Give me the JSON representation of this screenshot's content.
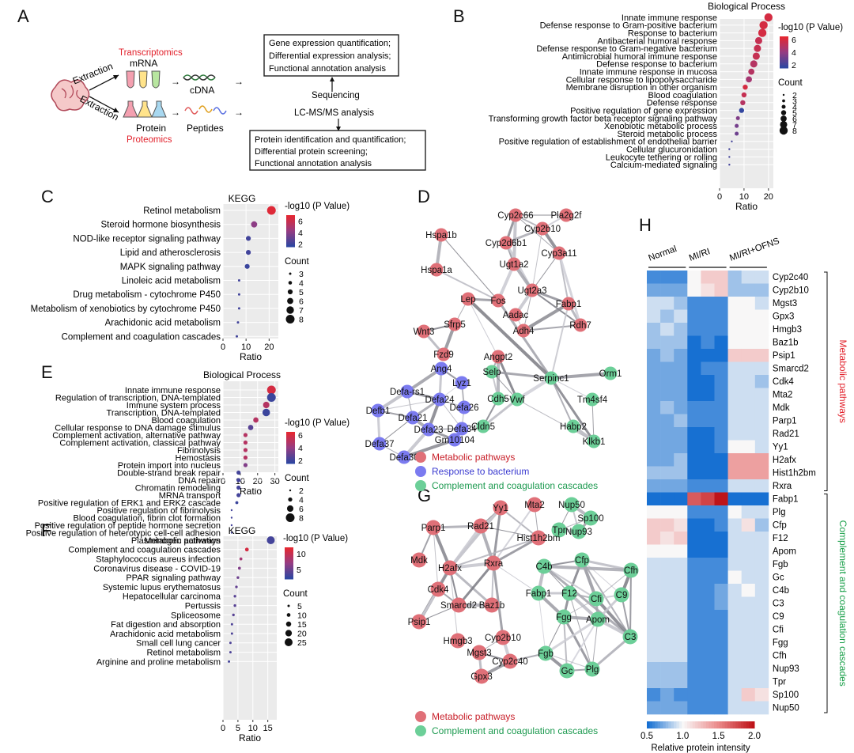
{
  "panels": {
    "A": "A",
    "B": "B",
    "C": "C",
    "D": "D",
    "E": "E",
    "F": "F",
    "G": "G",
    "H": "H"
  },
  "panelA": {
    "extraction1": "Extraction",
    "extraction2": "Extraction",
    "transcriptomics": "Transcriptomics",
    "mrna": "mRNA",
    "cdna": "cDNA",
    "protein": "Protein",
    "proteomics": "Proteomics",
    "peptides": "Peptides",
    "box1": [
      "Gene expression quantification;",
      "Differential expression analysis;",
      "Functional annotation analysis"
    ],
    "sequencing": "Sequencing",
    "lcms": "LC-MS/MS analysis",
    "box2": [
      "Protein identification and quantification;",
      "Differential protein screening;",
      "Functional annotation analysis"
    ],
    "colors": {
      "red": "#e2202a",
      "box": "#222222"
    }
  },
  "legendD": [
    {
      "label": "Metabolic pathways",
      "color": "#e07078"
    },
    {
      "label": "Response to bacterium",
      "color": "#7b7bf0"
    },
    {
      "label": "Complement and coagulation cascades",
      "color": "#6ccf98"
    }
  ],
  "legendG": [
    {
      "label": "Metabolic pathways",
      "color": "#e07078"
    },
    {
      "label": "Complement and coagulation cascades",
      "color": "#6ccf98"
    }
  ],
  "chart_data": [
    {
      "id": "B",
      "type": "scatter",
      "title": "Biological Process",
      "xlabel": "Ratio",
      "xticks": [
        0,
        10,
        20
      ],
      "xlim": [
        0,
        22
      ],
      "color_title": "-log10 (P Value)",
      "color_ticks": [
        2,
        4,
        6
      ],
      "color_range": [
        1.5,
        6.5
      ],
      "size_title": "Count",
      "size_ticks": [
        2,
        3,
        4,
        5,
        6,
        7,
        8
      ],
      "terms": [
        "Innate immune response",
        "Defense response to Gram-positive bacterium",
        "Response to bacterium",
        "Antibacterial humoral response",
        "Defense response to Gram-negative bacterium",
        "Antimicrobial humoral immune response",
        "Defense response to bacterium",
        "Innate immune response in mucosa",
        "Cellular response to lipopolysaccharide",
        "Membrane disruption in other organism",
        "Blood coagulation",
        "Defense response",
        "Positive regulation of gene expression",
        "Transforming growth factor beta receptor signaling pathway",
        "Xenobiotic metabolic process",
        "Steroid metabolic process",
        "Positive regulation of establishment of endothelial barrier",
        "Cellular glucuronidation",
        "Leukocyte tethering or rolling",
        "Calcium-mediated signaling"
      ],
      "ratio": [
        20,
        18,
        17.5,
        16,
        15.5,
        15,
        14,
        13,
        12,
        10.5,
        10,
        9.5,
        9,
        7.5,
        7,
        7,
        5,
        4,
        4,
        4
      ],
      "pval": [
        6,
        6,
        6,
        5.5,
        5.5,
        5.5,
        5,
        5,
        4.5,
        6,
        5.5,
        5,
        1.6,
        3.5,
        3.2,
        3,
        2,
        2,
        2,
        2
      ],
      "count": [
        8,
        8,
        8,
        7,
        7,
        7,
        7,
        6,
        6,
        5,
        5,
        5,
        5,
        4,
        4,
        4,
        2,
        2,
        2,
        2
      ]
    },
    {
      "id": "C",
      "type": "scatter",
      "title": "KEGG",
      "xlabel": "Ratio",
      "xticks": [
        0,
        10,
        20
      ],
      "xlim": [
        0,
        24
      ],
      "color_title": "-log10 (P Value)",
      "color_ticks": [
        2,
        4,
        6
      ],
      "color_range": [
        1.5,
        7
      ],
      "size_title": "Count",
      "size_ticks": [
        3,
        4,
        5,
        6,
        7,
        8
      ],
      "terms": [
        "Retinol metabolism",
        "Steroid hormone biosynthesis",
        "NOD-like receptor signaling pathway",
        "Lipid and atherosclerosis",
        "MAPK signaling pathway",
        "Linoleic acid metabolism",
        "Drug metabolism - cytochrome P450",
        "Metabolism of xenobiotics by cytochrome P450",
        "Arachidonic acid metabolism",
        "Complement and coagulation cascades"
      ],
      "ratio": [
        21,
        13.5,
        11,
        11,
        10.5,
        7,
        7,
        7,
        6.5,
        6
      ],
      "pval": [
        6.8,
        4,
        2,
        2,
        1.8,
        2,
        2,
        2,
        2,
        2
      ],
      "count": [
        8,
        6,
        5,
        5,
        5,
        3,
        3,
        3,
        3,
        3
      ]
    },
    {
      "id": "E",
      "type": "scatter",
      "title": "Biological Process",
      "xlabel": "Ratio",
      "xticks": [
        0,
        10,
        20,
        30
      ],
      "xlim": [
        0,
        32
      ],
      "color_title": "-log10 (P Value)",
      "color_ticks": [
        2,
        4,
        6
      ],
      "color_range": [
        1.5,
        6.5
      ],
      "size_title": "Count",
      "size_ticks": [
        2,
        4,
        6,
        8
      ],
      "terms": [
        "Innate immune response",
        "Regulation of transcription, DNA-templated",
        "Immune system process",
        "Transcription, DNA-templated",
        "Blood coagulation",
        "Cellular response to DNA damage stimulus",
        "Complement activation, alternative pathway",
        "Complement activation, classical pathway",
        "Fibrinolysis",
        "Hemostasis",
        "Protein import into nucleus",
        "Double-strand break repair",
        "DNA repair",
        "Chromatin remodeling",
        "MRNA transport",
        "Positive regulation of ERK1 and ERK2 cascade",
        "Positive regulation of fibrinolysis",
        "Blood coagulation, fibrin clot formation",
        "Positive regulation of peptide hormone secretion",
        "Positive regulation of heterotypic cell-cell adhesion",
        "Plasminogen activation"
      ],
      "ratio": [
        28,
        28,
        25,
        25,
        19,
        16,
        13,
        13,
        13,
        13,
        13,
        9,
        9,
        9,
        9,
        8,
        5,
        5,
        5,
        5,
        5
      ],
      "pval": [
        6,
        1.8,
        5,
        1.8,
        5,
        2.5,
        5,
        5,
        5,
        5,
        3.5,
        2,
        2,
        2,
        2,
        1.8,
        2,
        2,
        2,
        2,
        2
      ],
      "count": [
        8,
        8,
        6,
        7,
        5,
        5,
        4,
        4,
        4,
        4,
        4,
        4,
        4,
        4,
        4,
        3,
        2,
        2,
        2,
        2,
        2
      ]
    },
    {
      "id": "F",
      "type": "scatter",
      "title": "KEGG",
      "xlabel": "Ratio",
      "xticks": [
        0,
        5,
        10,
        15
      ],
      "xlim": [
        0,
        18
      ],
      "color_title": "-log10 (P Value)",
      "color_ticks": [
        5,
        10
      ],
      "color_range": [
        2,
        12
      ],
      "size_title": "Count",
      "size_ticks": [
        5,
        10,
        15,
        20,
        25
      ],
      "terms": [
        "Metabolic pathways",
        "Complement and coagulation cascades",
        "Staphylococcus aureus infection",
        "Coronavirus disease - COVID-19",
        "PPAR signaling pathway",
        "Systemic lupus erythematosus",
        "Hepatocellular carcinoma",
        "Pertussis",
        "Spliceosome",
        "Fat digestion and absorption",
        "Arachidonic acid metabolism",
        "Small cell lung cancer",
        "Retinol metabolism",
        "Arginine and proline metabolism"
      ],
      "ratio": [
        16,
        8,
        6,
        5.5,
        5,
        4.5,
        4,
        4,
        3.5,
        3,
        3,
        2.5,
        2.5,
        2
      ],
      "pval": [
        3,
        11,
        8,
        6,
        5,
        4.5,
        4,
        4,
        4,
        3.5,
        3.5,
        3.5,
        3.5,
        3
      ],
      "count": [
        25,
        10,
        7,
        7,
        6,
        6,
        6,
        6,
        6,
        5,
        5,
        5,
        5,
        5
      ]
    },
    {
      "id": "H",
      "type": "heatmap",
      "groups": [
        "Normal",
        "MI/RI",
        "MI/RI+OFNS"
      ],
      "rows": [
        "Cyp2c40",
        "Cyp2b10",
        "Mgst3",
        "Gpx3",
        "Hmgb3",
        "Baz1b",
        "Psip1",
        "Smarcd2",
        "Cdk4",
        "Mta2",
        "Mdk",
        "Parp1",
        "Rad21",
        "Yy1",
        "H2afx",
        "Hist1h2bm",
        "Rxra",
        "Fabp1",
        "Plg",
        "Cfp",
        "F12",
        "Apom",
        "Fgb",
        "Gc",
        "C4b",
        "C3",
        "C9",
        "Cfi",
        "Fgg",
        "Cfh",
        "Nup93",
        "Tpr",
        "Sp100",
        "Nup50"
      ],
      "values": [
        [
          0.6,
          0.6,
          0.6,
          1.0,
          1.2,
          1.2,
          0.8,
          0.9,
          0.9
        ],
        [
          0.7,
          0.7,
          0.7,
          1.0,
          1.1,
          1.2,
          0.8,
          0.8,
          0.8
        ],
        [
          0.9,
          0.9,
          0.8,
          0.6,
          0.6,
          0.6,
          1.0,
          1.0,
          0.9
        ],
        [
          0.9,
          0.8,
          0.9,
          0.6,
          0.6,
          0.6,
          1.0,
          1.0,
          1.0
        ],
        [
          0.8,
          0.9,
          0.8,
          0.6,
          0.6,
          0.6,
          1.0,
          1.0,
          1.0
        ],
        [
          0.8,
          0.8,
          0.8,
          0.5,
          0.6,
          0.5,
          1.0,
          1.0,
          1.0
        ],
        [
          0.7,
          0.8,
          0.7,
          0.5,
          0.5,
          0.5,
          1.2,
          1.2,
          1.2
        ],
        [
          0.7,
          0.7,
          0.7,
          0.5,
          0.6,
          0.6,
          0.9,
          0.9,
          0.9
        ],
        [
          0.7,
          0.7,
          0.7,
          0.5,
          0.5,
          0.6,
          0.9,
          0.9,
          0.8
        ],
        [
          0.7,
          0.7,
          0.7,
          0.5,
          0.5,
          0.6,
          0.9,
          0.9,
          0.9
        ],
        [
          0.7,
          0.8,
          0.7,
          0.6,
          0.6,
          0.6,
          0.9,
          0.9,
          0.9
        ],
        [
          0.7,
          0.7,
          0.8,
          0.6,
          0.6,
          0.6,
          0.9,
          0.9,
          0.9
        ],
        [
          0.7,
          0.7,
          0.7,
          0.5,
          0.5,
          0.6,
          0.9,
          0.9,
          0.9
        ],
        [
          0.7,
          0.7,
          0.7,
          0.5,
          0.5,
          0.6,
          1.0,
          1.0,
          0.9
        ],
        [
          0.7,
          0.7,
          0.8,
          0.4,
          0.4,
          0.5,
          1.4,
          1.4,
          1.4
        ],
        [
          0.8,
          0.8,
          0.8,
          0.4,
          0.4,
          0.4,
          1.4,
          1.4,
          1.4
        ],
        [
          0.7,
          0.7,
          0.7,
          0.6,
          0.6,
          0.6,
          0.9,
          0.9,
          0.9
        ],
        [
          0.5,
          0.5,
          0.5,
          1.7,
          1.8,
          2.0,
          0.5,
          0.5,
          0.5
        ],
        [
          1.0,
          1.0,
          1.0,
          0.6,
          0.6,
          0.6,
          1.0,
          0.9,
          0.9
        ],
        [
          1.2,
          1.2,
          1.1,
          0.5,
          0.5,
          0.6,
          0.9,
          1.1,
          0.8
        ],
        [
          1.2,
          1.1,
          1.2,
          0.5,
          0.5,
          0.5,
          0.9,
          0.9,
          0.9
        ],
        [
          1.0,
          1.0,
          1.0,
          0.5,
          0.5,
          0.5,
          0.9,
          0.9,
          0.9
        ],
        [
          0.9,
          0.9,
          0.9,
          0.6,
          0.6,
          0.6,
          0.9,
          0.9,
          0.9
        ],
        [
          0.9,
          0.9,
          0.9,
          0.6,
          0.6,
          0.6,
          1.0,
          0.9,
          0.9
        ],
        [
          0.9,
          0.9,
          0.9,
          0.6,
          0.6,
          0.7,
          0.9,
          1.0,
          0.9
        ],
        [
          0.9,
          0.9,
          0.9,
          0.6,
          0.6,
          0.7,
          0.9,
          0.9,
          0.9
        ],
        [
          0.9,
          0.9,
          0.9,
          0.6,
          0.6,
          0.6,
          0.9,
          0.9,
          0.9
        ],
        [
          0.9,
          0.9,
          0.9,
          0.6,
          0.6,
          0.6,
          0.9,
          0.9,
          0.9
        ],
        [
          0.9,
          0.9,
          0.9,
          0.6,
          0.6,
          0.6,
          0.9,
          0.9,
          0.9
        ],
        [
          0.9,
          0.9,
          0.9,
          0.6,
          0.6,
          0.6,
          0.9,
          0.9,
          0.9
        ],
        [
          0.8,
          0.8,
          0.8,
          0.6,
          0.6,
          0.6,
          0.9,
          0.9,
          0.9
        ],
        [
          0.8,
          0.8,
          0.8,
          0.6,
          0.6,
          0.6,
          0.9,
          0.9,
          0.9
        ],
        [
          0.6,
          0.7,
          0.6,
          0.6,
          0.6,
          0.6,
          0.9,
          1.2,
          1.1
        ],
        [
          0.7,
          0.7,
          0.7,
          0.6,
          0.6,
          0.6,
          0.9,
          0.9,
          0.9
        ]
      ],
      "row_groups": [
        {
          "label": "Metabolic pathways",
          "from": 0,
          "to": 16,
          "color": "#e2202a"
        },
        {
          "label": "Complement and coagulation cascades",
          "from": 17,
          "to": 33,
          "color": "#1aa04a"
        }
      ],
      "colorbar_ticks": [
        0.5,
        1.0,
        1.5,
        2.0
      ],
      "colorbar_title": "Relative protein intensity",
      "color_range": [
        0.5,
        2.0
      ]
    }
  ],
  "networkD": {
    "nodes": [
      {
        "id": "Cyp2c66",
        "c": "m"
      },
      {
        "id": "Pla2g2f",
        "c": "m"
      },
      {
        "id": "Cyp2b10",
        "c": "m"
      },
      {
        "id": "Cyp2d6b1",
        "c": "m"
      },
      {
        "id": "Hspa1b",
        "c": "m"
      },
      {
        "id": "Ugt1a2",
        "c": "m"
      },
      {
        "id": "Cyp3a11",
        "c": "m"
      },
      {
        "id": "Hspa1a",
        "c": "m"
      },
      {
        "id": "Fos",
        "c": "m"
      },
      {
        "id": "Ugt2a3",
        "c": "m"
      },
      {
        "id": "Lep",
        "c": "m"
      },
      {
        "id": "Sfrp5",
        "c": "m"
      },
      {
        "id": "Wnt3",
        "c": "m"
      },
      {
        "id": "Fabp1",
        "c": "m"
      },
      {
        "id": "Aadac",
        "c": "m"
      },
      {
        "id": "Rdh7",
        "c": "m"
      },
      {
        "id": "Adh4",
        "c": "m"
      },
      {
        "id": "Fzd9",
        "c": "m"
      },
      {
        "id": "Angpt2",
        "c": "m"
      },
      {
        "id": "Selp",
        "c": "c"
      },
      {
        "id": "Orm1",
        "c": "c"
      },
      {
        "id": "Serpinc1",
        "c": "c"
      },
      {
        "id": "Cdh5",
        "c": "c"
      },
      {
        "id": "Vwf",
        "c": "c"
      },
      {
        "id": "Tm4sf4",
        "c": "c"
      },
      {
        "id": "Cldn5",
        "c": "c"
      },
      {
        "id": "Habp2",
        "c": "c"
      },
      {
        "id": "Klkb1",
        "c": "c"
      },
      {
        "id": "Ang4",
        "c": "b"
      },
      {
        "id": "Lyz1",
        "c": "b"
      },
      {
        "id": "Defa-rs1",
        "c": "b"
      },
      {
        "id": "Defa24",
        "c": "b"
      },
      {
        "id": "Defb1",
        "c": "b"
      },
      {
        "id": "Defa26",
        "c": "b"
      },
      {
        "id": "Defa21",
        "c": "b"
      },
      {
        "id": "Defa23",
        "c": "b"
      },
      {
        "id": "Defa34",
        "c": "b"
      },
      {
        "id": "Gm10104",
        "c": "b"
      },
      {
        "id": "Defa37",
        "c": "b"
      },
      {
        "id": "Defa30",
        "c": "b"
      }
    ]
  },
  "networkG": {
    "nodes": [
      {
        "id": "Yy1",
        "c": "m"
      },
      {
        "id": "Mta2",
        "c": "m"
      },
      {
        "id": "Parp1",
        "c": "m"
      },
      {
        "id": "Rad21",
        "c": "m"
      },
      {
        "id": "Hist1h2bm",
        "c": "m"
      },
      {
        "id": "Mdk",
        "c": "m"
      },
      {
        "id": "H2afx",
        "c": "m"
      },
      {
        "id": "Rxra",
        "c": "m"
      },
      {
        "id": "Cdk4",
        "c": "m"
      },
      {
        "id": "Smarcd2",
        "c": "m"
      },
      {
        "id": "Baz1b",
        "c": "m"
      },
      {
        "id": "Psip1",
        "c": "m"
      },
      {
        "id": "Hmgb3",
        "c": "m"
      },
      {
        "id": "Cyp2b10",
        "c": "m"
      },
      {
        "id": "Mgst3",
        "c": "m"
      },
      {
        "id": "Cyp2c40",
        "c": "m"
      },
      {
        "id": "Gpx3",
        "c": "m"
      },
      {
        "id": "Nup50",
        "c": "c"
      },
      {
        "id": "Sp100",
        "c": "c"
      },
      {
        "id": "Tpr",
        "c": "c"
      },
      {
        "id": "Nup93",
        "c": "c"
      },
      {
        "id": "Cfp",
        "c": "c"
      },
      {
        "id": "C4b",
        "c": "c"
      },
      {
        "id": "Cfh",
        "c": "c"
      },
      {
        "id": "Fabp1",
        "c": "c"
      },
      {
        "id": "F12",
        "c": "c"
      },
      {
        "id": "Cfi",
        "c": "c"
      },
      {
        "id": "C9",
        "c": "c"
      },
      {
        "id": "Fgg",
        "c": "c"
      },
      {
        "id": "Apom",
        "c": "c"
      },
      {
        "id": "C3",
        "c": "c"
      },
      {
        "id": "Fgb",
        "c": "c"
      },
      {
        "id": "Gc",
        "c": "c"
      },
      {
        "id": "Plg",
        "c": "c"
      }
    ]
  }
}
